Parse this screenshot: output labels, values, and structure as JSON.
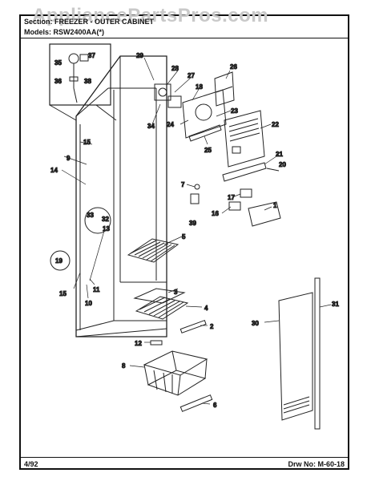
{
  "watermark": "AppliancePartsPros.com",
  "header": {
    "section": "Section: FREEZER - OUTER CABINET",
    "models": "Models: RSW2400AA(*)"
  },
  "footer": {
    "date": "4/92",
    "drawing_no": "Drw No: M-60-18"
  },
  "callouts": [
    "1",
    "2",
    "3",
    "4",
    "5",
    "6",
    "7",
    "8",
    "9",
    "10",
    "11",
    "12",
    "13",
    "14",
    "15",
    "15",
    "16",
    "17",
    "18",
    "19",
    "20",
    "21",
    "22",
    "23",
    "24",
    "25",
    "26",
    "27",
    "28",
    "29",
    "30",
    "31",
    "32",
    "33",
    "34",
    "35",
    "36",
    "37",
    "38",
    "39"
  ]
}
